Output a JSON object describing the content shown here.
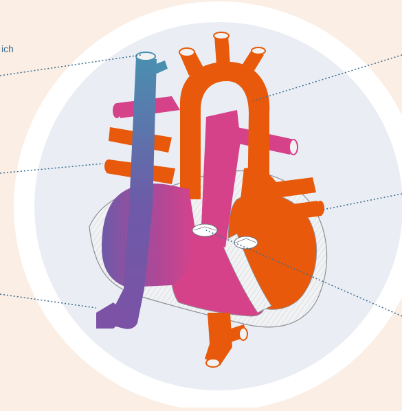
{
  "diagram": {
    "callouts": [
      {
        "id": "top-left",
        "text": "ich"
      },
      {
        "id": "mid-left",
        "text": ""
      },
      {
        "id": "bottom-left",
        "text": ""
      },
      {
        "id": "top-right",
        "text": ""
      },
      {
        "id": "mid-right",
        "text": ""
      },
      {
        "id": "bottom-right",
        "text": ""
      }
    ],
    "colors": {
      "page_background": "#fbeee4",
      "outer_ring": "#ffffff",
      "inner_disc": "#eaeef4",
      "oxygenated": "#e8590c",
      "deoxygenated_start": "#4a8fb0",
      "deoxygenated_mid": "#7b52a6",
      "mixed": "#d6428a",
      "leader_line": "#3d6e8f",
      "heart_wall": "#d9dbe0"
    },
    "icons": [
      "heart-illustration"
    ]
  }
}
